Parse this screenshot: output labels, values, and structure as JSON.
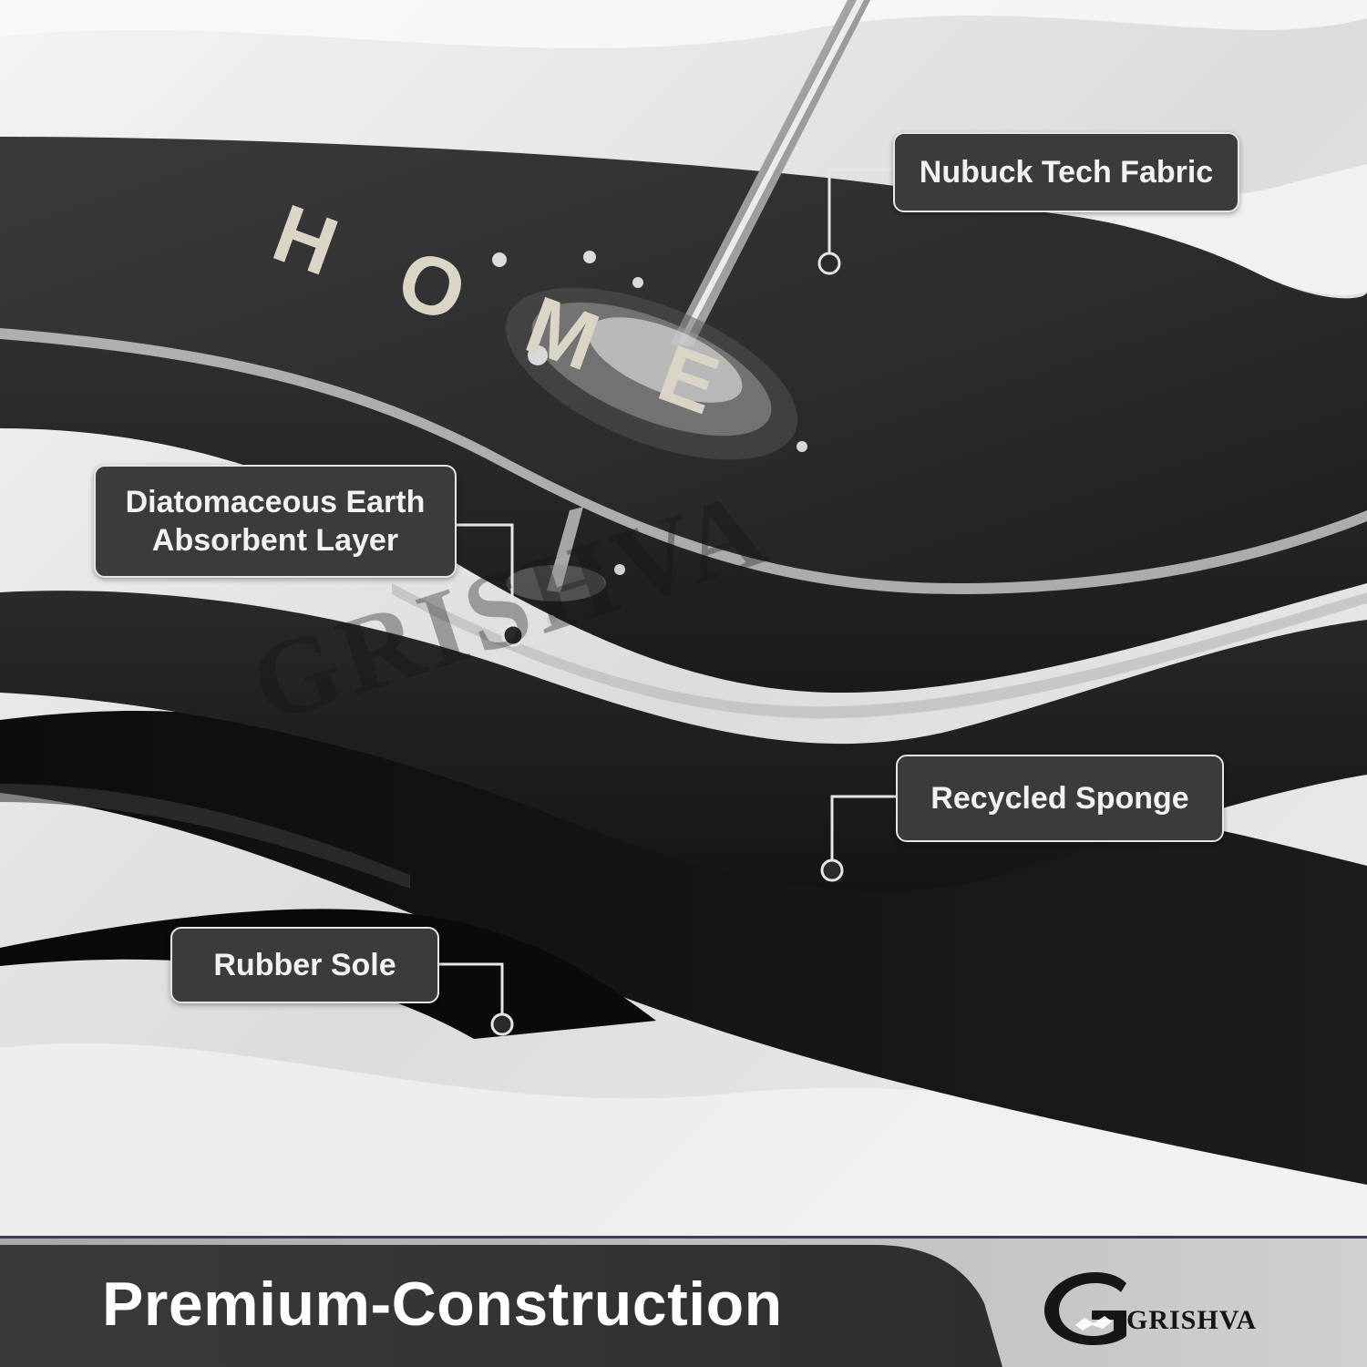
{
  "callouts": {
    "nubuck": "Nubuck Tech Fabric",
    "diatomaceous_line1": "Diatomaceous Earth",
    "diatomaceous_line2": "Absorbent Layer",
    "sponge": "Recycled Sponge",
    "rubber": "Rubber Sole"
  },
  "mat": {
    "printed_word": "HOME"
  },
  "footer": {
    "title": "Premium-Construction"
  },
  "brand": {
    "logo_text": "GRISHVA",
    "watermark_text": "GRISHVA"
  },
  "colors": {
    "background": "#e9e9e9",
    "mat_dark": "#2a2a2c",
    "callout_fill": "#3b3b3d",
    "callout_border": "#e6e6e6",
    "footer_dark": "#3a3a3c",
    "footer_light": "#b9b9b9",
    "print_cream": "#d9d6c6"
  }
}
